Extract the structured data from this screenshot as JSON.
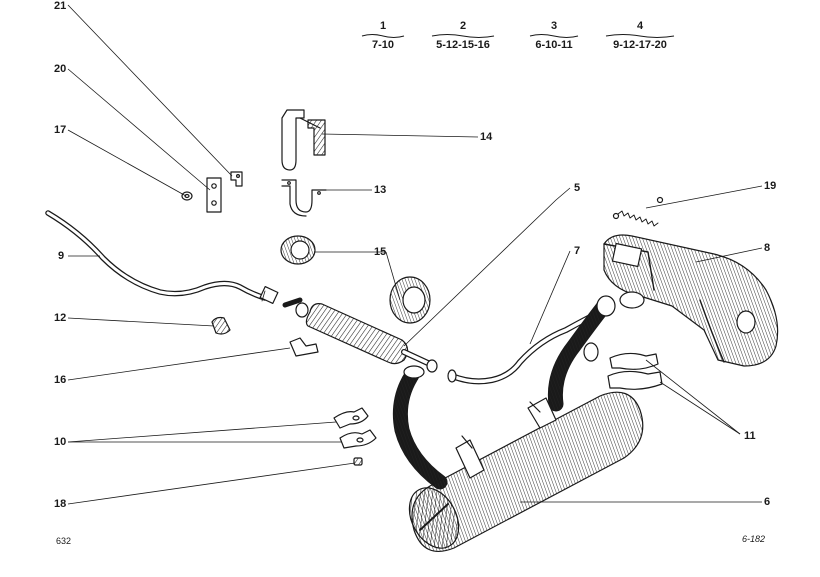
{
  "groups": [
    {
      "num": "1",
      "parts": "7-10"
    },
    {
      "num": "2",
      "parts": "5-12-15-16"
    },
    {
      "num": "3",
      "parts": "6-10-11"
    },
    {
      "num": "4",
      "parts": "9-12-17-20"
    }
  ],
  "callouts": {
    "c21": "21",
    "c20": "20",
    "c17": "17",
    "c9": "9",
    "c12": "12",
    "c16": "16",
    "c10": "10",
    "c18": "18",
    "c14": "14",
    "c13": "13",
    "c15": "15",
    "c5": "5",
    "c19": "19",
    "c8": "8",
    "c7": "7",
    "c11": "11",
    "c6": "6"
  },
  "footer": {
    "page_number": "632",
    "figure_ref": "6-182"
  },
  "colors": {
    "ink": "#1a1a1a",
    "paper": "#ffffff"
  }
}
